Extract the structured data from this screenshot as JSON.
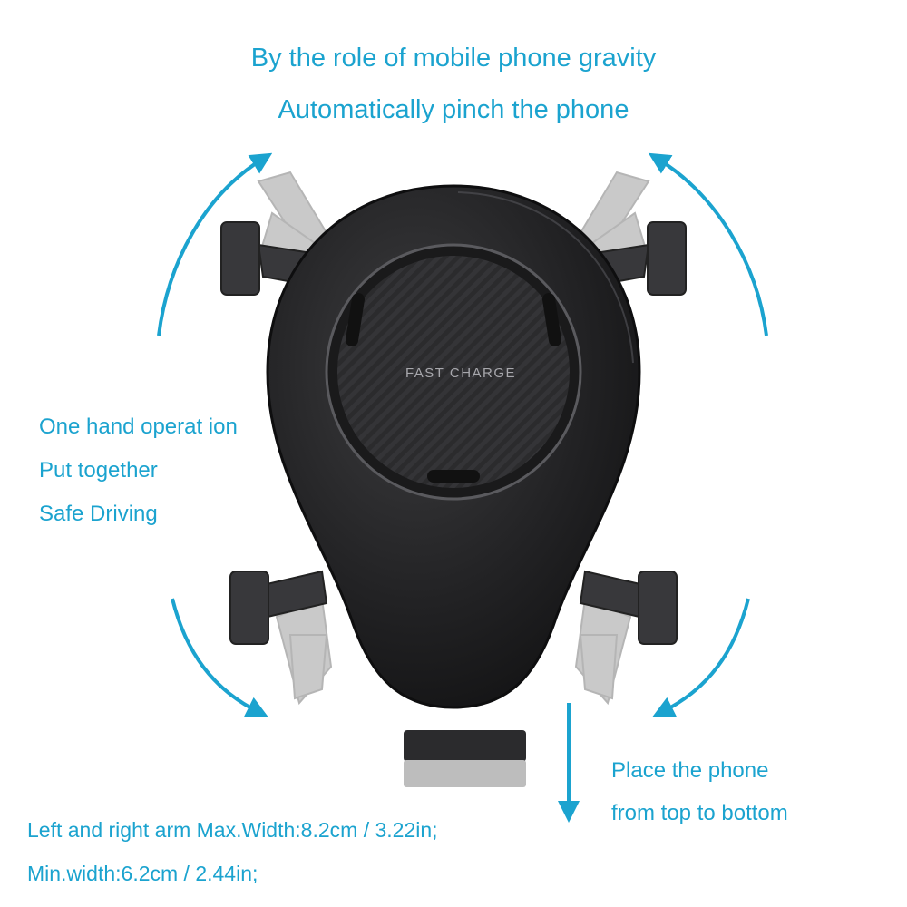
{
  "headline": {
    "line1": "By the role of mobile phone gravity",
    "line2": "Automatically pinch  the  phone"
  },
  "features": [
    "One hand operat ion",
    "Put together",
    "Safe Driving"
  ],
  "placement": [
    "Place the phone",
    "from top to bottom"
  ],
  "specs": {
    "line1": "Left and right arm Max.Width:8.2cm / 3.22in;",
    "line2": "Min.width:6.2cm / 2.44in;"
  },
  "device": {
    "label": "FAST CHARGE"
  },
  "colors": {
    "accent": "#1ba3cf",
    "body": "#1b1b1c",
    "arm_ghost": "#c8c8c8",
    "arm": "#3a3a3c"
  }
}
